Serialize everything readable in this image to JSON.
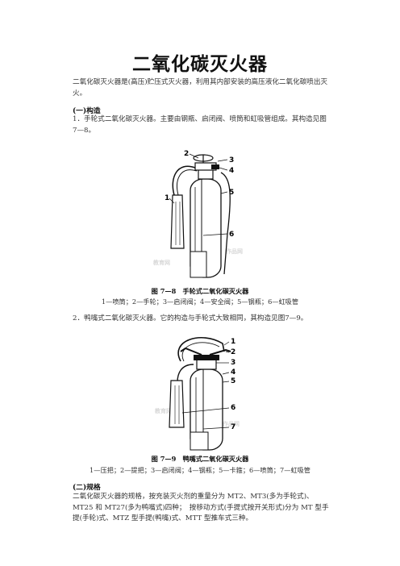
{
  "title": "二氧化碳灭火器",
  "intro": "二氧化碳灭火器是(高压)贮压式灭火器，利用其内部安装的高压液化二氧化碳喷出灭火。",
  "section1": {
    "heading": "(一)构造",
    "item1": "1．手轮式二氧化碳灭火器。主要由钢瓶、启闭阀、喷筒和虹吸管组成。其构造见图 7—8。",
    "item2": "2．鸭嘴式二氧化碳灭火器。它的构造与手轮式大致相同，其构造见图7—9。"
  },
  "figure1": {
    "caption": "图 7—8　手轮式二氧化碳灭火器",
    "legend": "1—喷筒；2—手轮；3—启闭阀；4—安全阀；5—钢瓶；6—虹吸管",
    "callouts": [
      "2",
      "3",
      "4",
      "1",
      "5",
      "6"
    ]
  },
  "figure2": {
    "caption": "图 7—9　鸭嘴式二氧化碳灭火器",
    "legend": "1—压把；2—提把；3—启闭阀；4—钢瓶；5—卡箍；6—喷筒；7—虹吸管",
    "callouts": [
      "1",
      "2",
      "3",
      "4",
      "5",
      "6",
      "7"
    ]
  },
  "section2": {
    "heading": "(二)规格",
    "body": "二氧化碳灭火器的规格，按充装灭火剂的重量分为 MT2、MT3(多为手轮式)、MT25 和 MT27(多为鸭嘴式)四种；　按移动方式(手提式按开关形式)分为 MT 型手提(手轮)式、MTZ 型手提(鸭嘴)式、MTT 型推车式三种。"
  }
}
